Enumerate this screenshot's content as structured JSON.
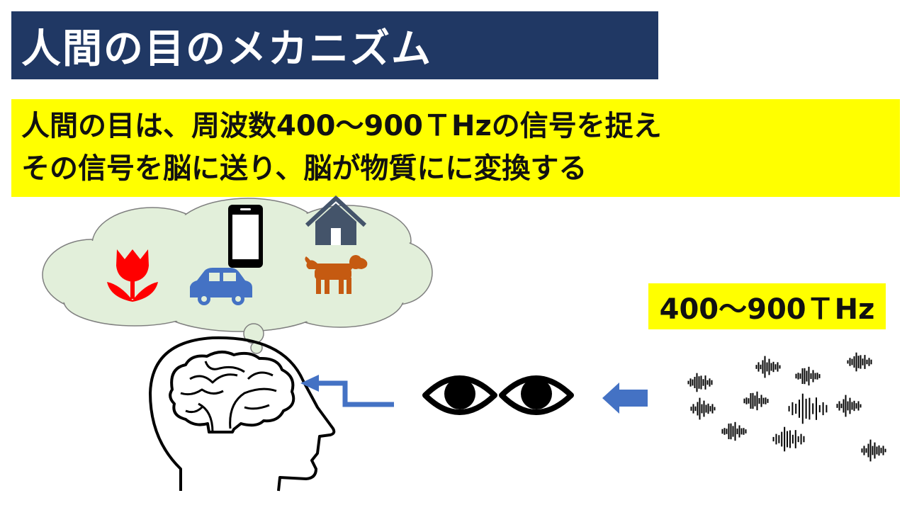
{
  "title": "人間の目のメカニズム",
  "description": {
    "line1": "人間の目は、周波数400～900ＴHzの信号を捉え",
    "line2": "その信号を脳に送り、脳が物質にに変換する"
  },
  "frequency_label": "400～900ＴHz",
  "colors": {
    "title_bg": "#203864",
    "highlight": "#ffff00",
    "cloud_fill": "#e2efda",
    "arrow": "#4472c4",
    "tulip": "#ff0000",
    "car": "#4472c4",
    "dog": "#c55a11",
    "house": "#44546a"
  },
  "icons": [
    "tulip-icon",
    "car-icon",
    "smartphone-icon",
    "house-icon",
    "dog-icon",
    "brain-head-icon",
    "eye-icon",
    "sound-wave-icon"
  ]
}
